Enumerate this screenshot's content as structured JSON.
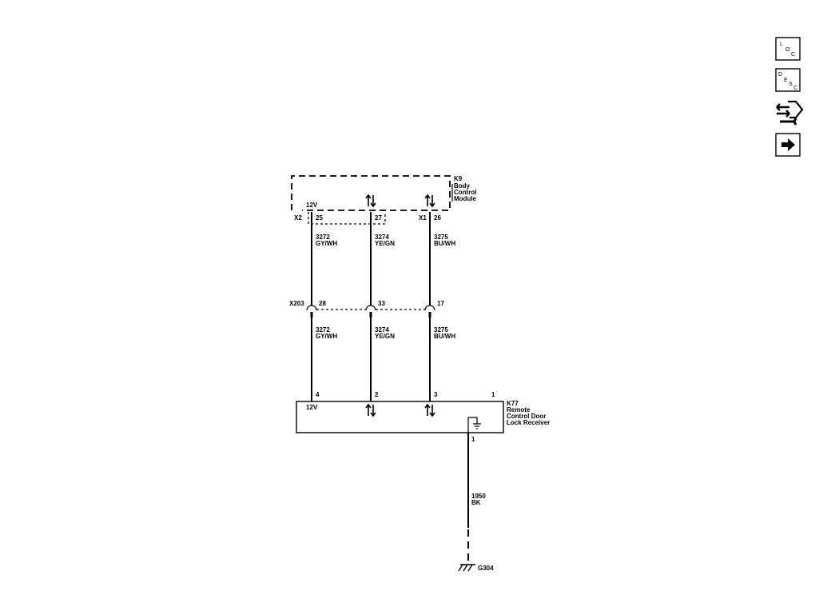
{
  "nav_icons": {
    "loc": {
      "l1": "L",
      "l2": "O",
      "l3": "C"
    },
    "desc": {
      "l1": "D",
      "l2": "E",
      "l3": "S",
      "l4": "C"
    }
  },
  "k9": {
    "ref": "K9",
    "name_l1": "Body",
    "name_l2": "Control",
    "name_l3": "Module",
    "power": "12V"
  },
  "connectors": {
    "x2": "X2",
    "x1": "X1",
    "x203": "X203"
  },
  "pins": {
    "k9_25": "25",
    "k9_27": "27",
    "k9_26": "26",
    "x203_28": "28",
    "x203_33": "33",
    "x203_17": "17",
    "k77_4": "4",
    "k77_2": "2",
    "k77_3": "3",
    "k77_1_top": "1",
    "k77_1_bottom": "1"
  },
  "wires": {
    "w3272": {
      "circuit": "3272",
      "color": "GY/WH"
    },
    "w3274": {
      "circuit": "3274",
      "color": "YE/GN"
    },
    "w3275": {
      "circuit": "3275",
      "color": "BU/WH"
    },
    "w1950": {
      "circuit": "1950",
      "color": "BK"
    }
  },
  "k77": {
    "ref": "K77",
    "name_l1": "Remote",
    "name_l2": "Control Door",
    "name_l3": "Lock Receiver",
    "power": "12V"
  },
  "ground": {
    "ref": "G304"
  }
}
